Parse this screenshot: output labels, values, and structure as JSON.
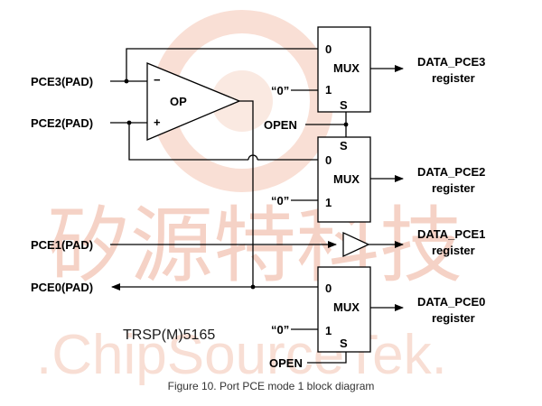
{
  "watermark": {
    "chinese": "矽源特科技",
    "english": ".ChipSourceTek."
  },
  "inputs": {
    "pce3": "PCE3(PAD)",
    "pce2": "PCE2(PAD)",
    "pce1": "PCE1(PAD)",
    "pce0": "PCE0(PAD)"
  },
  "op": {
    "label": "OP",
    "minus": "−",
    "plus": "+"
  },
  "mux": {
    "label": "MUX",
    "in0": "0",
    "in1": "1",
    "sel": "S",
    "zero_const": "“0”"
  },
  "open_label": "OPEN",
  "outputs": {
    "pce3_line1": "DATA_PCE3",
    "pce2_line1": "DATA_PCE2",
    "pce1_line1": "DATA_PCE1",
    "pce0_line1": "DATA_PCE0",
    "line2": "register"
  },
  "stamp": "TRSP(M)5165",
  "caption": "Figure 10. Port PCE mode 1 block diagram"
}
